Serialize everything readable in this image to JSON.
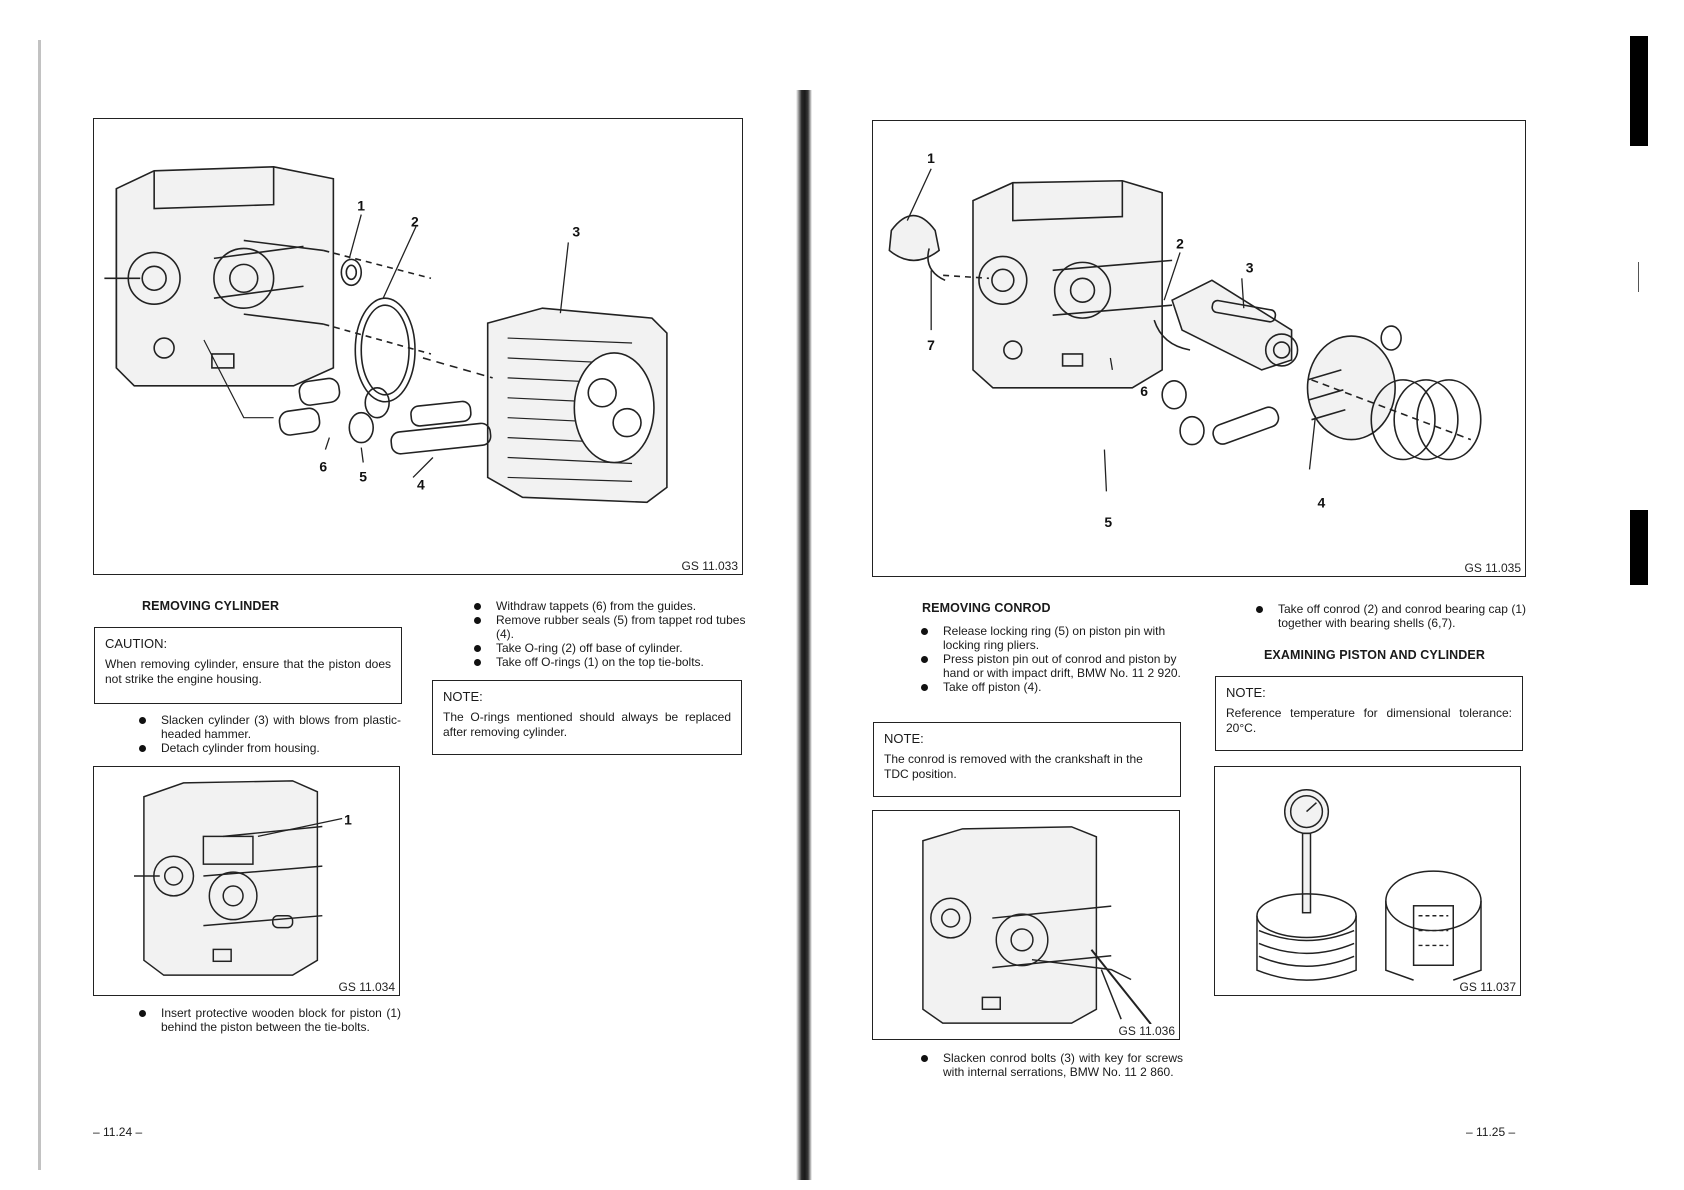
{
  "left_page": {
    "figure_main": {
      "label": "GS 11.033",
      "callouts": [
        "1",
        "2",
        "3",
        "4",
        "5",
        "6"
      ]
    },
    "heading": "REMOVING CYLINDER",
    "caution": {
      "title": "CAUTION:",
      "text": "When removing cylinder, ensure that the piston does not strike the engine housing."
    },
    "bullets_a": [
      "Slacken cylinder (3) with blows from plastic-headed hammer.",
      "Detach cylinder from housing."
    ],
    "figure_small": {
      "label": "GS 11.034",
      "callouts": [
        "1"
      ]
    },
    "bullets_b": [
      "Insert protective wooden block for piston (1) behind the piston between the tie-bolts."
    ],
    "bullets_c": [
      "Withdraw tappets (6) from the guides.",
      "Remove rubber seals (5) from tappet rod tubes (4).",
      "Take O-ring (2) off base of cylinder.",
      "Take off O-rings (1) on the top tie-bolts."
    ],
    "note": {
      "title": "NOTE:",
      "text": "The O-rings mentioned should always be replaced after removing cylinder."
    },
    "page_number": "– 11.24 –"
  },
  "right_page": {
    "figure_main": {
      "label": "GS 11.035",
      "callouts": [
        "1",
        "2",
        "3",
        "4",
        "5",
        "6",
        "7"
      ]
    },
    "heading": "REMOVING CONROD",
    "bullets_a": [
      "Release locking ring (5) on piston pin with locking ring pliers.",
      "Press piston pin out of conrod and piston by hand or with impact drift, BMW No. 11 2 920.",
      "Take off piston (4)."
    ],
    "note": {
      "title": "NOTE:",
      "text": "The conrod is removed with the crankshaft in the TDC position."
    },
    "figure_conrod": {
      "label": "GS 11.036"
    },
    "bullets_b": [
      "Slacken conrod bolts (3) with key for screws with internal serrations, BMW No. 11 2 860."
    ],
    "bullets_c": [
      "Take off conrod (2) and conrod bearing cap (1) together with bearing shells (6,7)."
    ],
    "heading2": "EXAMINING PISTON AND CYLINDER",
    "note2": {
      "title": "NOTE:",
      "text": "Reference temperature for dimensional tolerance: 20°C."
    },
    "figure_gauge": {
      "label": "GS 11.037"
    },
    "page_number": "– 11.25 –"
  }
}
